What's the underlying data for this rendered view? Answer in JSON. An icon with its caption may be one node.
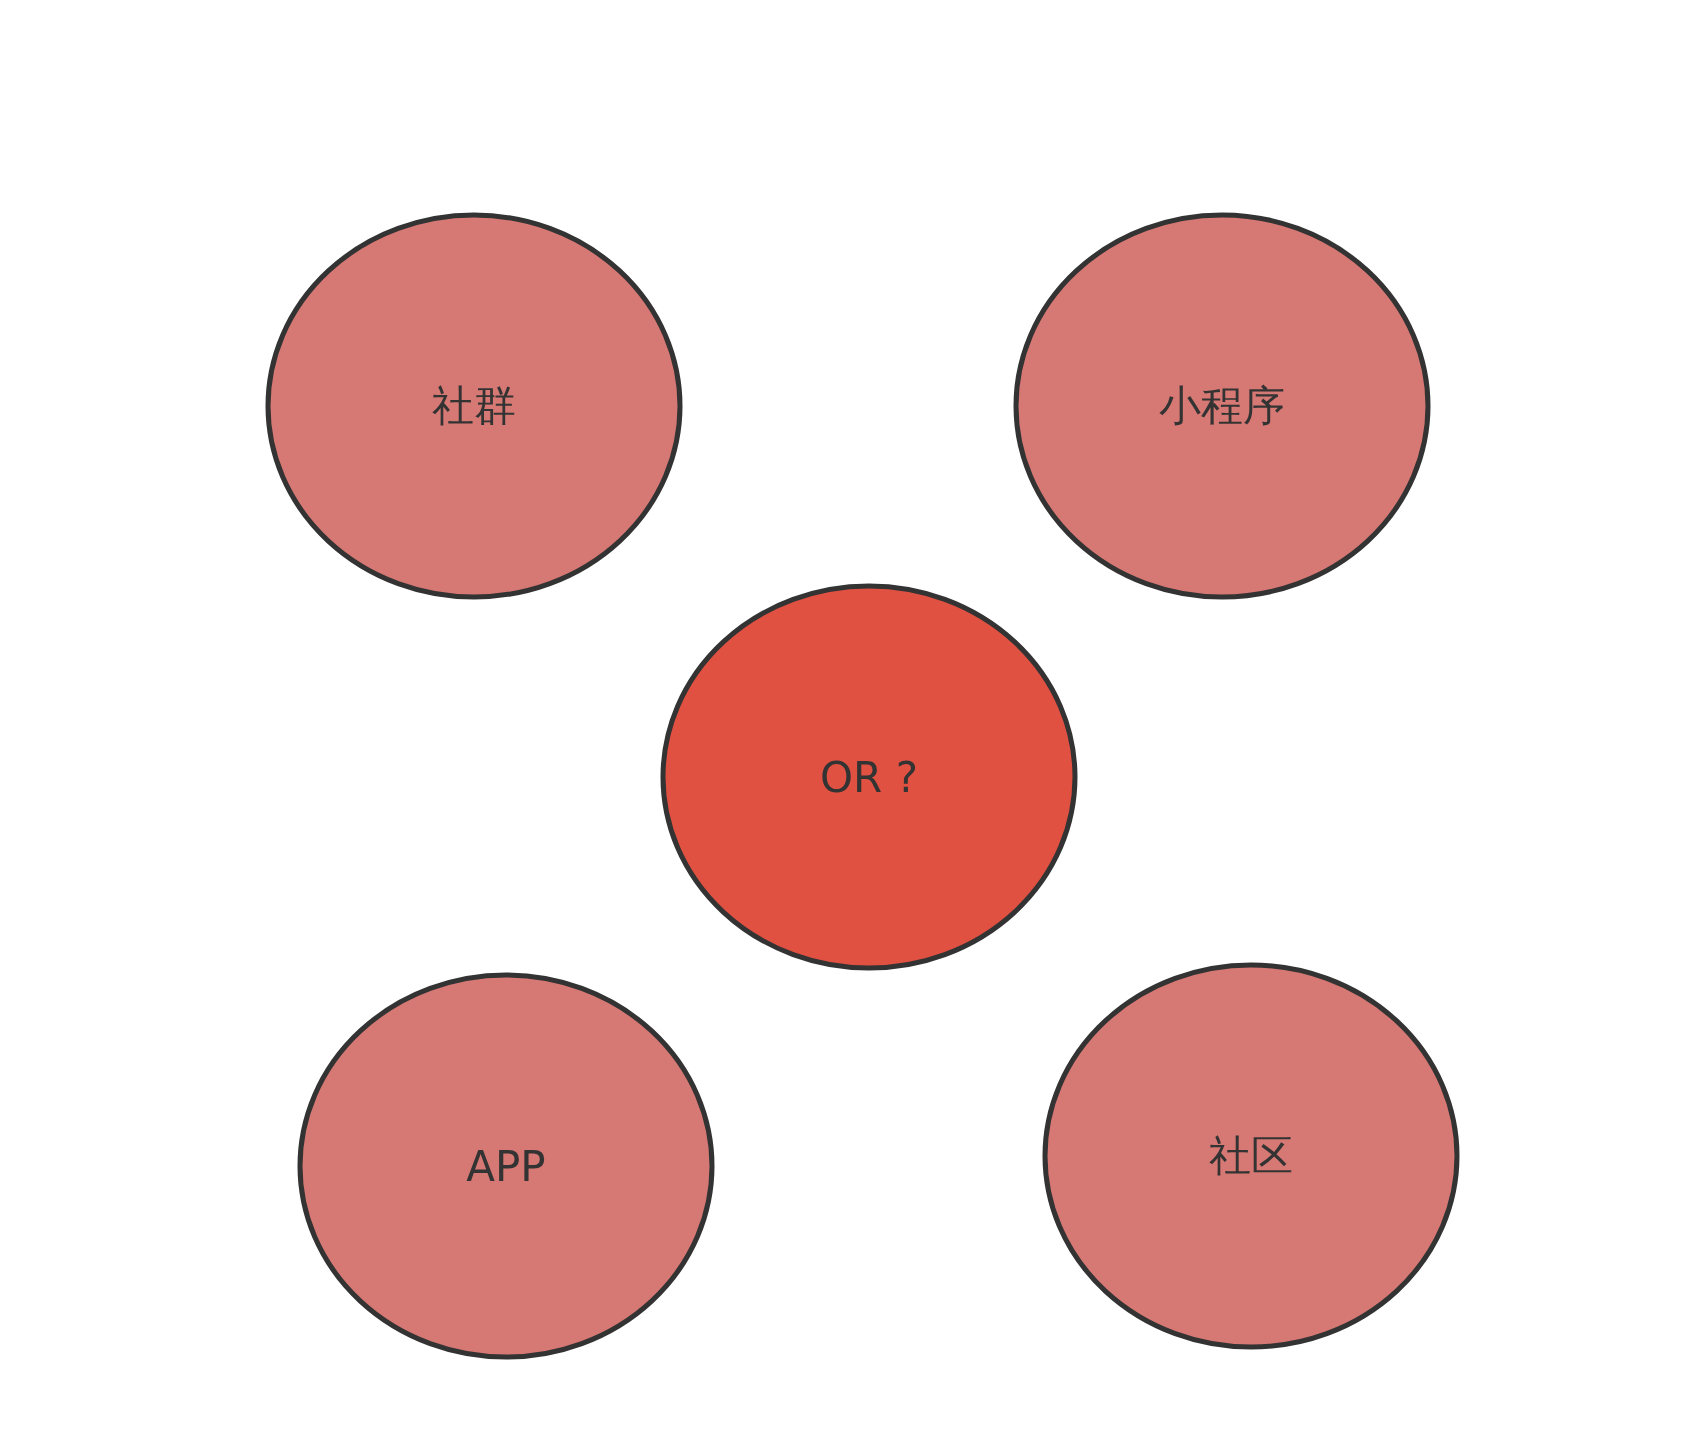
{
  "diagram": {
    "nodes": [
      {
        "text": [
          "社群"
        ]
      },
      {
        "text": [
          "小程序"
        ]
      },
      {
        "text": [
          "OR ?"
        ]
      },
      {
        "text": [
          "APP"
        ]
      },
      {
        "text": [
          "社区"
        ]
      }
    ],
    "edges": []
  }
}
